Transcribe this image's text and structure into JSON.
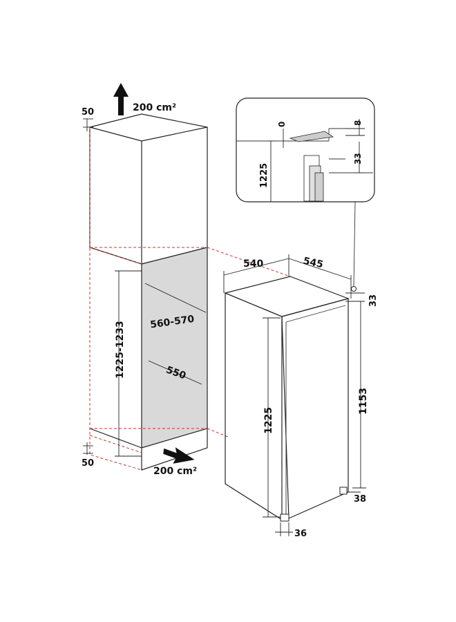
{
  "labels": {
    "vent_top": "200 cm²",
    "vent_bottom": "200 cm²",
    "gap_top": "50",
    "gap_bottom": "50",
    "niche_height": "1225-1233",
    "niche_depth": "560-570",
    "niche_width": "550",
    "appliance_depth": "540",
    "appliance_width": "545",
    "appliance_top": "33",
    "appliance_height": "1225",
    "door_height": "1153",
    "foot_right": "38",
    "foot_bottom": "36",
    "detail_0": "0",
    "detail_8": "8",
    "detail_33": "33",
    "detail_1225": "1225"
  },
  "colors": {
    "line": "#222222",
    "hidden_edge": "#c0392b",
    "cavity": "#d9d9d9"
  }
}
